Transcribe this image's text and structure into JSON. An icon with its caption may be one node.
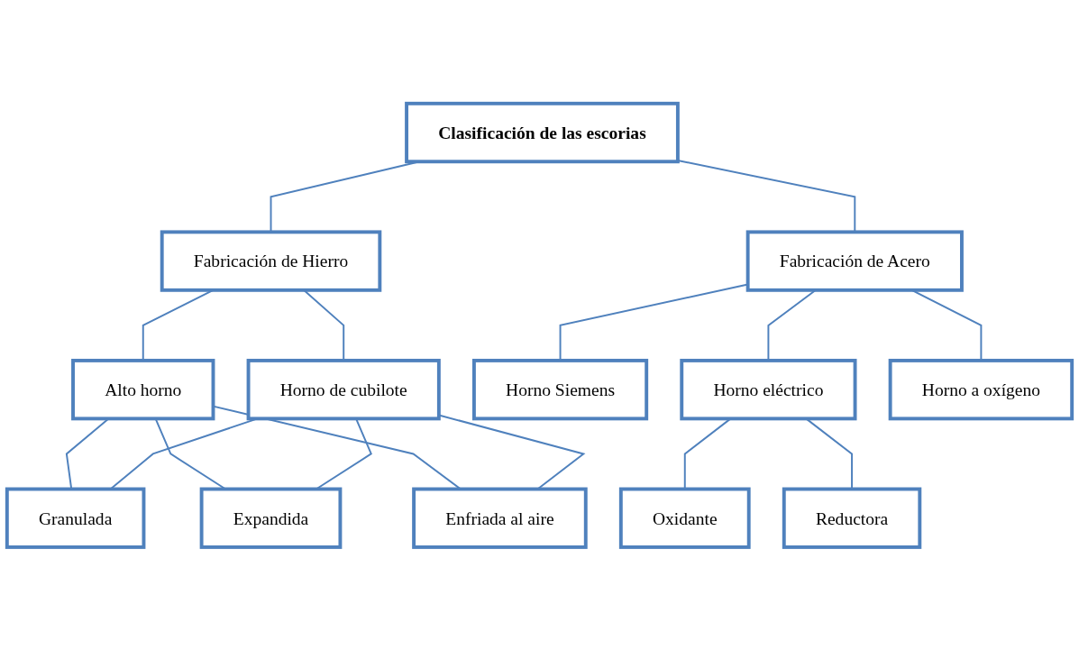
{
  "diagram": {
    "nodes": [
      {
        "text": [
          "Clasificación de las escorias"
        ]
      },
      {
        "text": [
          "Fabricación de Hierro"
        ]
      },
      {
        "text": [
          "Fabricación de Acero"
        ]
      },
      {
        "text": [
          "Alto horno"
        ]
      },
      {
        "text": [
          "Horno de cubilote"
        ]
      },
      {
        "text": [
          "Horno Siemens"
        ]
      },
      {
        "text": [
          "Horno eléctrico"
        ]
      },
      {
        "text": [
          "Horno a oxígeno"
        ]
      },
      {
        "text": [
          "Granulada"
        ]
      },
      {
        "text": [
          "Expandida"
        ]
      },
      {
        "text": [
          "Enfriada al aire"
        ]
      },
      {
        "text": [
          "Oxidante"
        ]
      },
      {
        "text": [
          "Reductora"
        ]
      }
    ],
    "edges": [
      {
        "from": 0,
        "to": 1,
        "arrow": "none"
      },
      {
        "from": 0,
        "to": 2,
        "arrow": "none"
      },
      {
        "from": 1,
        "to": 3,
        "arrow": "none"
      },
      {
        "from": 1,
        "to": 4,
        "arrow": "none"
      },
      {
        "from": 2,
        "to": 5,
        "arrow": "none"
      },
      {
        "from": 2,
        "to": 6,
        "arrow": "none"
      },
      {
        "from": 2,
        "to": 7,
        "arrow": "none"
      },
      {
        "from": 3,
        "to": 8,
        "arrow": "none"
      },
      {
        "from": 3,
        "to": 9,
        "arrow": "none"
      },
      {
        "from": 3,
        "to": 10,
        "arrow": "none"
      },
      {
        "from": 4,
        "to": 8,
        "arrow": "none"
      },
      {
        "from": 4,
        "to": 9,
        "arrow": "none"
      },
      {
        "from": 4,
        "to": 10,
        "arrow": "none"
      },
      {
        "from": 6,
        "to": 11,
        "arrow": "none"
      },
      {
        "from": 6,
        "to": 12,
        "arrow": "none"
      }
    ]
  }
}
